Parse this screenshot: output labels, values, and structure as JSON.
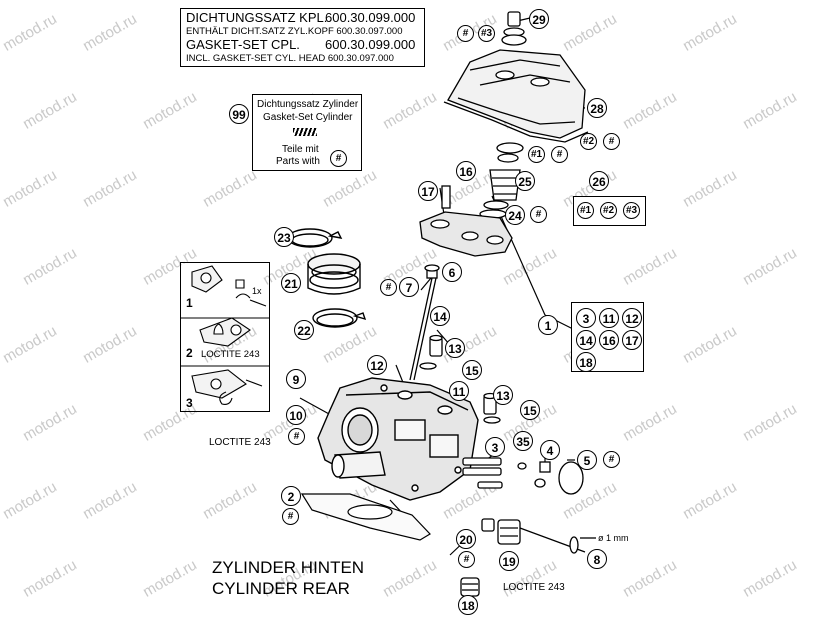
{
  "watermark": "motod.ru",
  "kit_box": {
    "line1_label": "DICHTUNGSSATZ KPL.",
    "line1_code": "600.30.099.000",
    "line2": "ENTHÄLT DICHT.SATZ ZYL.KOPF 600.30.097.000",
    "line3_label": "GASKET-SET CPL.",
    "line3_code": "600.30.099.000",
    "line4": "INCL. GASKET-SET CYL. HEAD 600.30.097.000"
  },
  "cyl_kit": {
    "number": "99",
    "line1": "Dichtungssatz Zylinder",
    "line2": "Gasket-Set Cylinder",
    "teile_mit": "Teile mit",
    "parts_with": "Parts with",
    "hash": "#"
  },
  "legend_hash": [
    "#1",
    "#2",
    "#3"
  ],
  "group_box": [
    "3",
    "11",
    "12",
    "14",
    "16",
    "17",
    "18"
  ],
  "steps": {
    "s1": "1",
    "s2": "2",
    "s3": "3",
    "loctite_step": "LOCTITE 243",
    "one_x": "1x"
  },
  "callouts": {
    "c29": "29",
    "c28": "28",
    "c25": "25",
    "c26": "26",
    "c24": "24",
    "c16": "16",
    "c17": "17",
    "c23": "23",
    "c21": "21",
    "c22": "22",
    "c6": "6",
    "c7": "7",
    "c14": "14",
    "c13a": "13",
    "c12": "12",
    "c15a": "15",
    "c11": "11",
    "c13b": "13",
    "c15b": "15",
    "c1": "1",
    "c9": "9",
    "c10": "10",
    "c3": "3",
    "c35": "35",
    "c4": "4",
    "c5": "5",
    "c2": "2",
    "c20": "20",
    "c19": "19",
    "c8": "8",
    "c18": "18"
  },
  "hash_tags": {
    "h_top": "#",
    "h_top3": "#3",
    "h2a": "#2",
    "h2b": "#",
    "h1a": "#1",
    "h1b": "#",
    "h24": "#",
    "h7": "#",
    "h10": "#",
    "h5": "#",
    "h2": "#",
    "h20": "#"
  },
  "loctite_left": "LOCTITE 243",
  "loctite_bottom": "LOCTITE 243",
  "diameter_label": "ø 1 mm",
  "title_de": "ZYLINDER HINTEN",
  "title_en": "CYLINDER REAR"
}
